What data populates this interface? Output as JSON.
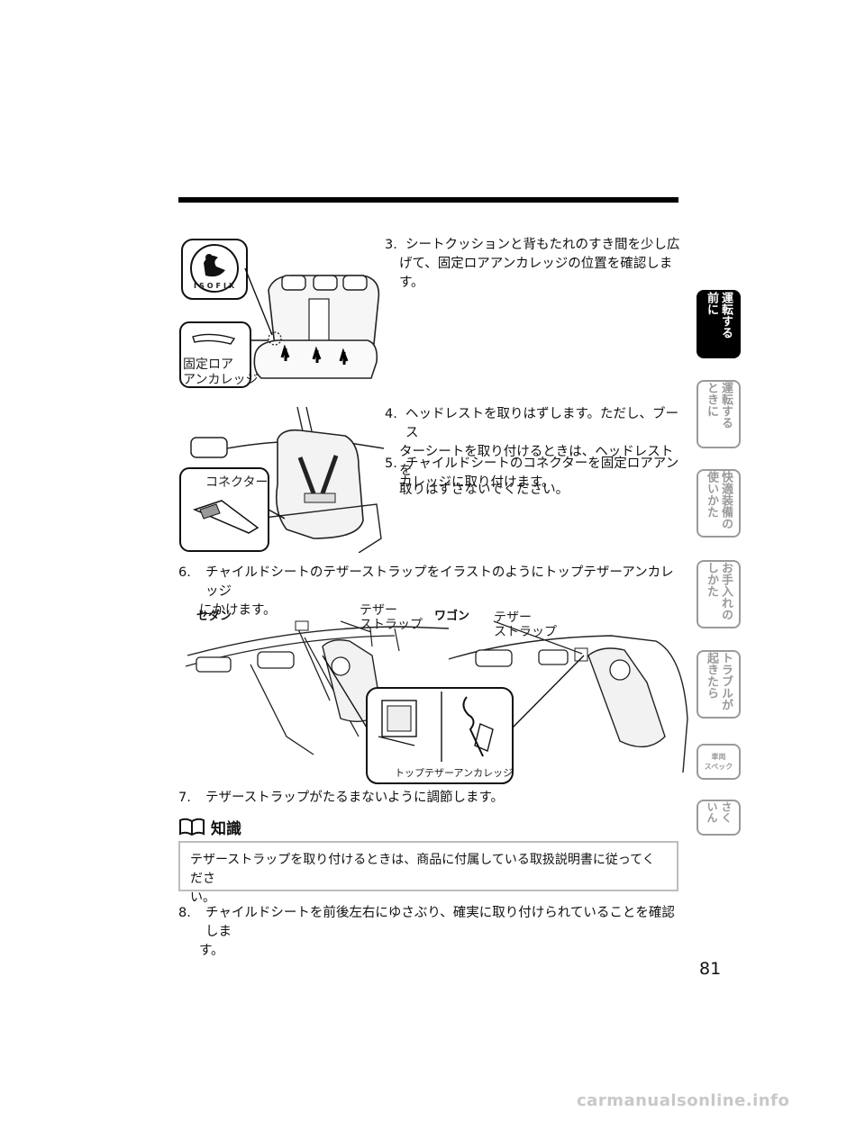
{
  "steps": {
    "s3": {
      "num": "3.",
      "lines": [
        "シートクッションと背もたれのすき間を少し広",
        "げて、固定ロアアンカレッジの位置を確認しま",
        "す。"
      ]
    },
    "s4": {
      "num": "4.",
      "lines": [
        "ヘッドレストを取りはずします。ただし、ブース",
        "ターシートを取り付けるときは、ヘッドレストを",
        "取りはずさないでください。"
      ]
    },
    "s5": {
      "num": "5.",
      "lines": [
        "チャイルドシートのコネクターを固定ロアアン",
        "カレッジに取り付けます。"
      ]
    },
    "s6": {
      "num": "6.",
      "lines": [
        "チャイルドシートのテザーストラップをイラストのようにトップテザーアンカレッジ",
        "にかけます。"
      ]
    },
    "s7": {
      "num": "7.",
      "lines": [
        "テザーストラップがたるまないように調節します。"
      ]
    },
    "s8": {
      "num": "8.",
      "lines": [
        "チャイルドシートを前後左右にゆさぶり、確実に取り付けられていることを確認しま",
        "す。"
      ]
    }
  },
  "figure1": {
    "isofix": "ISOFIX",
    "anchor_label": [
      "固定ロア",
      "アンカレッジ"
    ]
  },
  "figure2": {
    "connector_label": "コネクター"
  },
  "figure3": {
    "sedan": "セダン",
    "wagon": "ワゴン",
    "tether_sedan": [
      "テザー",
      "ストラップ"
    ],
    "tether_wagon": [
      "テザー",
      "ストラップ"
    ],
    "top_tether": "トップテザーアンカレッジ"
  },
  "knowledge": {
    "heading": "知識",
    "note": [
      "テザーストラップを取り付けるときは、商品に付属している取扱説明書に従ってくださ",
      "い。"
    ]
  },
  "side_tabs": [
    {
      "cols": [
        "運転する",
        "前に"
      ],
      "active": true
    },
    {
      "cols": [
        "運転する",
        "ときに"
      ],
      "active": false
    },
    {
      "cols": [
        "快適装備の",
        "使いかた"
      ],
      "active": false
    },
    {
      "cols": [
        "お手入れの",
        "しかた"
      ],
      "active": false
    },
    {
      "cols": [
        "トラブルが",
        "起きたら"
      ],
      "active": false
    },
    {
      "cols": [
        "車両",
        "スペック"
      ],
      "active": false
    },
    {
      "cols": [
        "さく",
        "いん"
      ],
      "active": false
    }
  ],
  "page_number": "81",
  "footer": "carmanualsonline.info",
  "colors": {
    "active_tab": "#000000",
    "inactive_tab": "#9a9a9a",
    "note_border": "#bdbdbd",
    "footer": "#c8c8c8"
  },
  "icons": {
    "knowledge": "book-icon"
  }
}
